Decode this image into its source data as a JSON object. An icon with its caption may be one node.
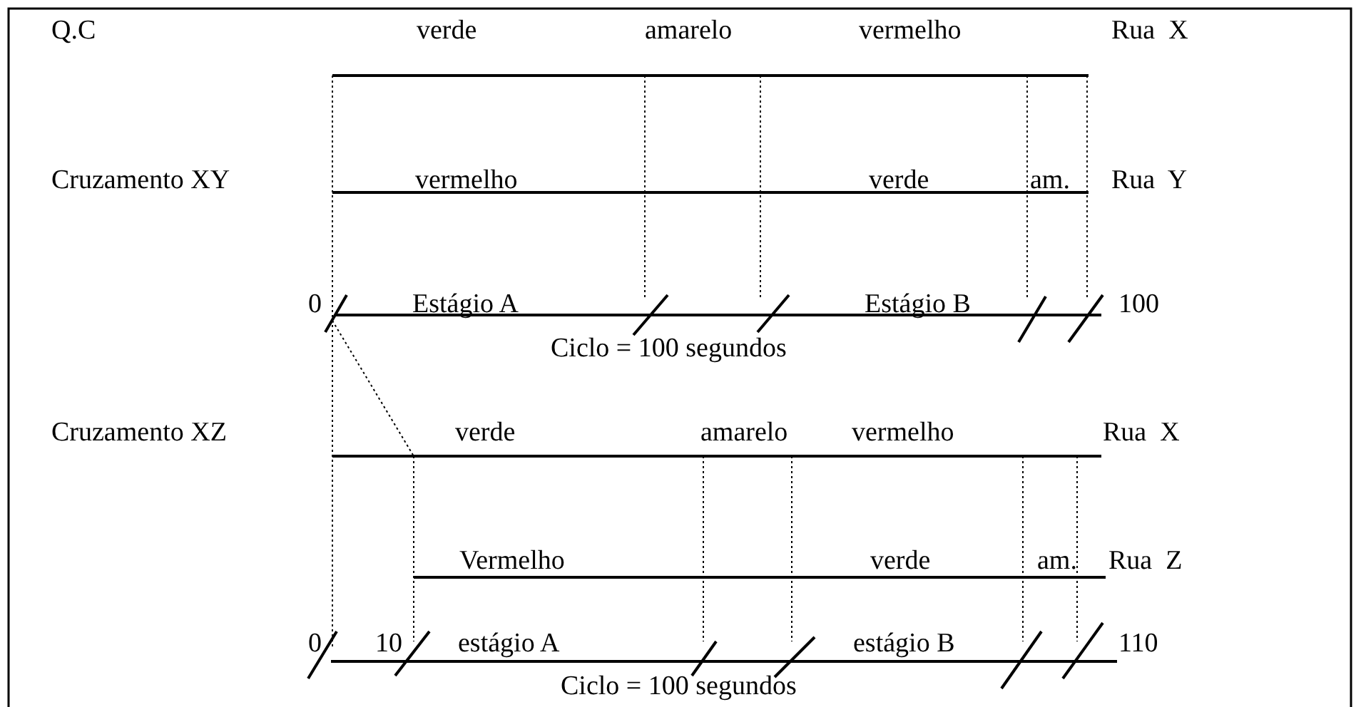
{
  "diagram": {
    "labels": [
      "Q.C",
      "verde",
      "amarelo",
      "vermelho",
      "Rua  X",
      "Cruzamento XY",
      "vermelho",
      "verde",
      "am.",
      "Rua  Y",
      "0",
      "Estágio A",
      "Estágio B",
      "100",
      "Ciclo = 100 segundos",
      "Cruzamento XZ",
      "verde",
      "amarelo",
      "vermelho",
      "Rua  X",
      "Vermelho",
      "verde",
      "am.",
      "Rua  Z",
      "0",
      "10",
      "estágio A",
      "estágio B",
      "110",
      "Ciclo = 100 segundos"
    ]
  }
}
